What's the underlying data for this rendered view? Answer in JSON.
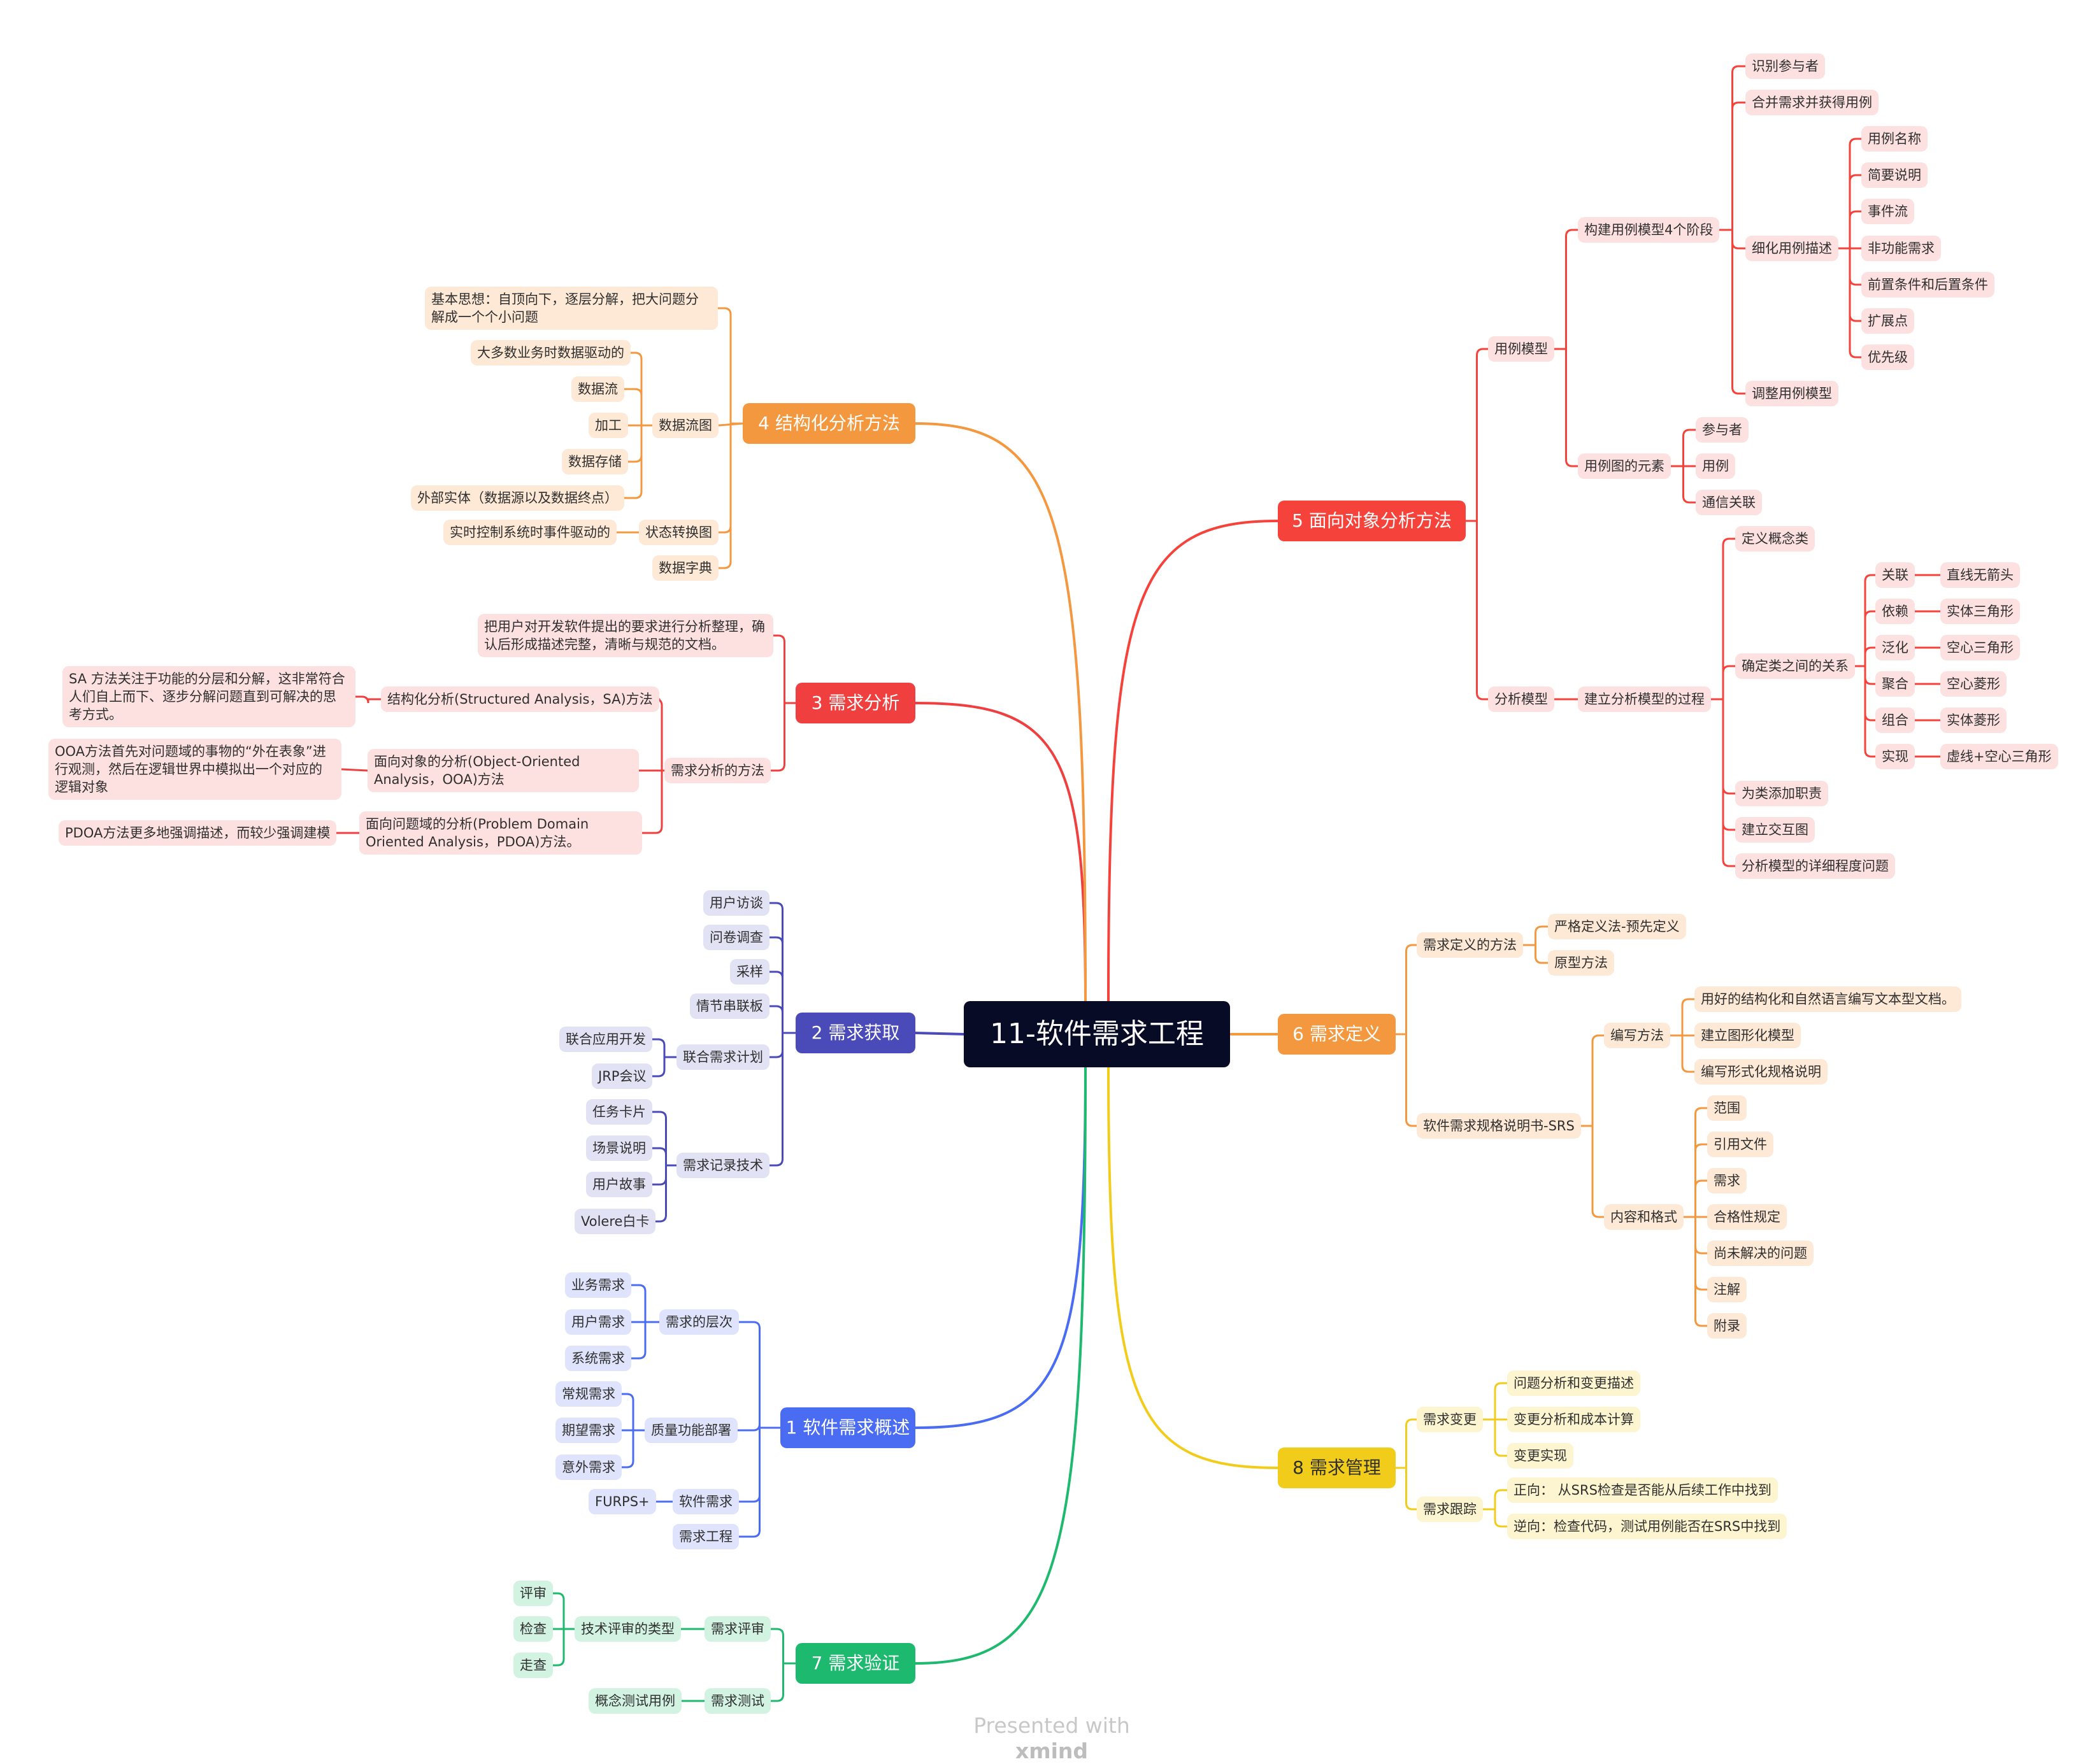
{
  "root": "11-软件需求工程",
  "watermark": {
    "prefix": "Presented with",
    "brand": "xmind"
  },
  "colors": {
    "b1": "#4a6cf3",
    "b2": "#4a4ab8",
    "b3": "#ef3f3f",
    "b4": "#f3983f",
    "b5": "#f5423a",
    "b6": "#f3983f",
    "b7": "#1db96e",
    "b8": "#f2cc1b"
  },
  "branches": {
    "b1": {
      "label": "1 软件需求概述",
      "c1": "需求的层次",
      "c1_1": "业务需求",
      "c1_2": "用户需求",
      "c1_3": "系统需求",
      "c2": "质量功能部署",
      "c2_1": "常规需求",
      "c2_2": "期望需求",
      "c2_3": "意外需求",
      "c3": "软件需求",
      "c3_1": "FURPS+",
      "c4": "需求工程"
    },
    "b2": {
      "label": "2 需求获取",
      "c1": "用户访谈",
      "c2": "问卷调查",
      "c3": "采样",
      "c4": "情节串联板",
      "c5": "联合需求计划",
      "c5_1": "联合应用开发",
      "c5_2": "JRP会议",
      "c6": "需求记录技术",
      "c6_1": "任务卡片",
      "c6_2": "场景说明",
      "c6_3": "用户故事",
      "c6_4": "Volere白卡"
    },
    "b3": {
      "label": "3 需求分析",
      "c1": "把用户对开发软件提出的要求进行分析整理，确认后形成描述完整，清晰与规范的文档。",
      "c2": "需求分析的方法",
      "c2_1": "结构化分析(Structured Analysis，SA)方法",
      "c2_1_1": "SA 方法关注于功能的分层和分解，这非常符合人们自上而下、逐步分解问题直到可解决的思考方式。",
      "c2_2": "面向对象的分析(Object-Oriented Analysis，OOA)方法",
      "c2_2_1": "OOA方法首先对问题域的事物的“外在表象”进行观测，然后在逻辑世界中模拟出一个对应的逻辑对象",
      "c2_3": "面向问题域的分析(Problem Domain Oriented Analysis，PDOA)方法。",
      "c2_3_1": "PDOA方法更多地强调描述，而较少强调建模"
    },
    "b4": {
      "label": "4 结构化分析方法",
      "c1": "基本思想：自顶向下，逐层分解，把大问题分解成一个个小问题",
      "c2": "数据流图",
      "c2_1": "大多数业务时数据驱动的",
      "c2_2": "数据流",
      "c2_3": "加工",
      "c2_4": "数据存储",
      "c2_5": "外部实体（数据源以及数据终点）",
      "c3": "状态转换图",
      "c3_1": "实时控制系统时事件驱动的",
      "c4": "数据字典"
    },
    "b5": {
      "label": "5 面向对象分析方法",
      "c1": "用例模型",
      "c1_1": "构建用例模型4个阶段",
      "c1_1_1": "识别参与者",
      "c1_1_2": "合并需求并获得用例",
      "c1_1_3": "细化用例描述",
      "c1_1_3_1": "用例名称",
      "c1_1_3_2": "简要说明",
      "c1_1_3_3": "事件流",
      "c1_1_3_4": "非功能需求",
      "c1_1_3_5": "前置条件和后置条件",
      "c1_1_3_6": "扩展点",
      "c1_1_3_7": "优先级",
      "c1_1_4": "调整用例模型",
      "c1_2": "用例图的元素",
      "c1_2_1": "参与者",
      "c1_2_2": "用例",
      "c1_2_3": "通信关联",
      "c2": "分析模型",
      "c2_1": "建立分析模型的过程",
      "c2_1_1": "定义概念类",
      "c2_1_2": "确定类之间的关系",
      "r1": "关联",
      "r1v": "直线无箭头",
      "r2": "依赖",
      "r2v": "实体三角形",
      "r3": "泛化",
      "r3v": "空心三角形",
      "r4": "聚合",
      "r4v": "空心菱形",
      "r5": "组合",
      "r5v": "实体菱形",
      "r6": "实现",
      "r6v": "虚线+空心三角形",
      "c2_1_3": "为类添加职责",
      "c2_1_4": "建立交互图",
      "c2_1_5": "分析模型的详细程度问题"
    },
    "b6": {
      "label": "6 需求定义",
      "c1": "需求定义的方法",
      "c1_1": "严格定义法-预先定义",
      "c1_2": "原型方法",
      "c2": "软件需求规格说明书-SRS",
      "c2_1": "编写方法",
      "c2_1_1": "用好的结构化和自然语言编写文本型文档。",
      "c2_1_2": "建立图形化模型",
      "c2_1_3": "编写形式化规格说明",
      "c2_2": "内容和格式",
      "c2_2_1": "范围",
      "c2_2_2": "引用文件",
      "c2_2_3": "需求",
      "c2_2_4": "合格性规定",
      "c2_2_5": "尚未解决的问题",
      "c2_2_6": "注解",
      "c2_2_7": "附录"
    },
    "b7": {
      "label": "7 需求验证",
      "c1": "需求评审",
      "c1_1": "技术评审的类型",
      "c1_1_1": "评审",
      "c1_1_2": "检查",
      "c1_1_3": "走查",
      "c2": "需求测试",
      "c2_1": "概念测试用例"
    },
    "b8": {
      "label": "8 需求管理",
      "c1": "需求变更",
      "c1_1": "问题分析和变更描述",
      "c1_2": "变更分析和成本计算",
      "c1_3": "变更实现",
      "c2": "需求跟踪",
      "c2_1": "正向： 从SRS检查是否能从后续工作中找到",
      "c2_2": "逆向：检查代码，测试用例能否在SRS中找到"
    }
  }
}
